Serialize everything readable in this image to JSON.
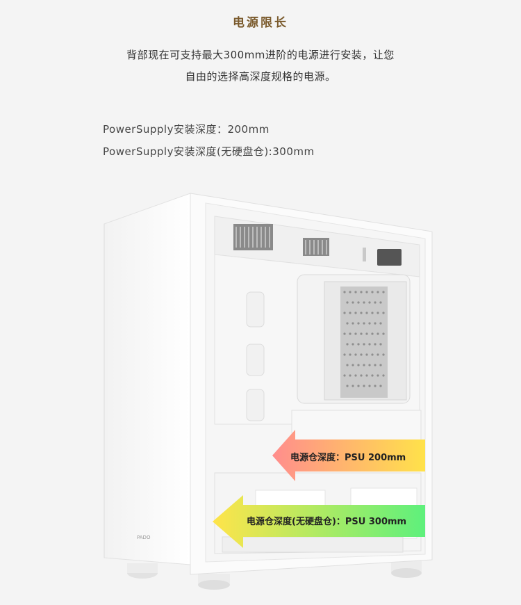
{
  "header": {
    "title": "电源限长",
    "intro_line1": "背部现在可支持最大300mm进阶的电源进行安装，让您",
    "intro_line2": "自由的选择高深度规格的电源。"
  },
  "specs": {
    "line1": "PowerSupply安装深度：200mm",
    "line2": "PowerSupply安装深度(无硬盘仓):300mm"
  },
  "case": {
    "brand_mark": "PADO"
  },
  "arrows": {
    "upper_label": "电源仓深度：PSU 200mm",
    "lower_label": "电源仓深度(无硬盘仓)：PSU 300mm"
  },
  "colors": {
    "title": "#7a5a2c",
    "arrow_upper_start": "#ff8a8a",
    "arrow_upper_end": "#ffe24a",
    "arrow_lower_start": "#ffe34a",
    "arrow_lower_end": "#5ff07a"
  }
}
